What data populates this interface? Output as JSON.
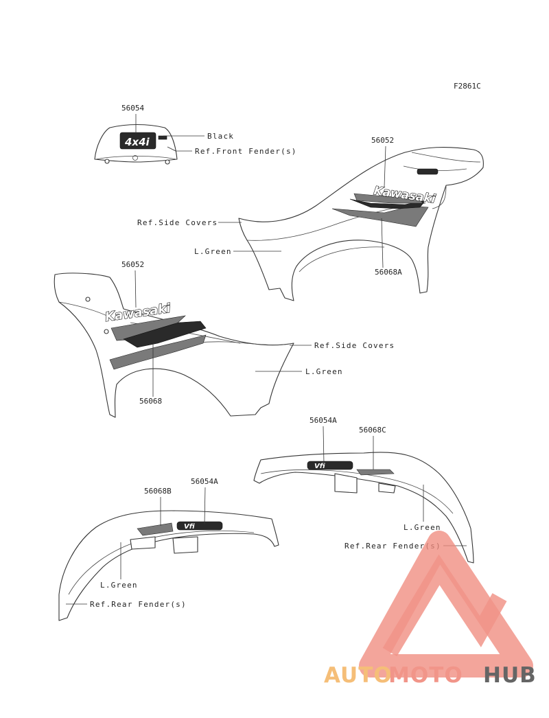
{
  "figure_code": "F2861C",
  "colors": {
    "line": "#333333",
    "decal_dark": "#2a2a2a",
    "decal_mesh": "#7a7a7a",
    "watermark_red": "#f08a7d",
    "watermark_orange": "#f5b86a",
    "watermark_gray": "#555555"
  },
  "front_fender_group": {
    "part_number": "56054",
    "color_note": "Black",
    "reference": "Ref.Front Fender(s)",
    "badge_text": "4x4i"
  },
  "right_side_cover_group": {
    "brand_part": "56052",
    "stripe_part": "56068A",
    "reference": "Ref.Side Covers",
    "color_note": "L.Green",
    "brand_text": "Kawasaki"
  },
  "left_side_cover_group": {
    "brand_part": "56052",
    "stripe_part": "56068",
    "reference": "Ref.Side Covers",
    "color_note": "L.Green",
    "brand_text": "Kawasaki"
  },
  "right_rear_fender_group": {
    "emblem_part": "56054A",
    "stripe_part": "56068C",
    "color_note": "L.Green",
    "reference": "Ref.Rear Fender(s)",
    "emblem_text": "Vfi"
  },
  "left_rear_fender_group": {
    "emblem_part": "56054A",
    "stripe_part": "56068B",
    "color_note": "L.Green",
    "reference": "Ref.Rear Fender(s)",
    "emblem_text": "Vfi"
  },
  "watermark": {
    "part_a": "AUTO",
    "part_b": "MOTO",
    "part_c": "HUB"
  }
}
